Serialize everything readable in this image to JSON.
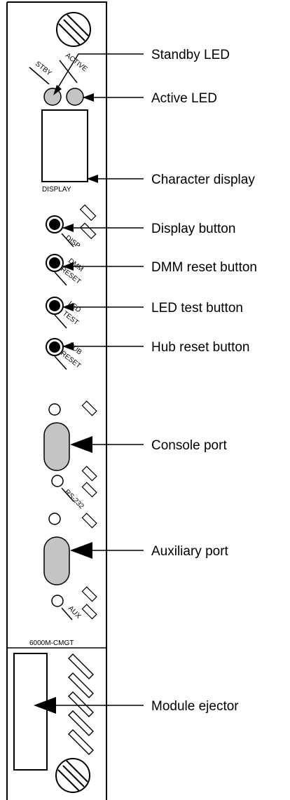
{
  "panel": {
    "labels": {
      "active": "ACTIVE",
      "stby": "STBY",
      "display": "DISPLAY",
      "disp": "DISP",
      "dmm": "DMM",
      "reset1": "RESET",
      "led": "LED",
      "test": "TEST",
      "hub": "HUB",
      "reset2": "RESET",
      "rs232": "RS-232",
      "aux": "AUX",
      "model": "6000M-CMGT"
    },
    "colors": {
      "led_gray": "#c4c4c4",
      "port_gray": "#c4c4c4",
      "button_black": "#000000"
    }
  },
  "callouts": [
    {
      "label": "Standby LED"
    },
    {
      "label": "Active LED"
    },
    {
      "label": "Character display"
    },
    {
      "label": "Display button"
    },
    {
      "label": "DMM reset button"
    },
    {
      "label": "LED test button"
    },
    {
      "label": "Hub reset button"
    },
    {
      "label": "Console port"
    },
    {
      "label": "Auxiliary port"
    },
    {
      "label": "Module ejector"
    }
  ]
}
